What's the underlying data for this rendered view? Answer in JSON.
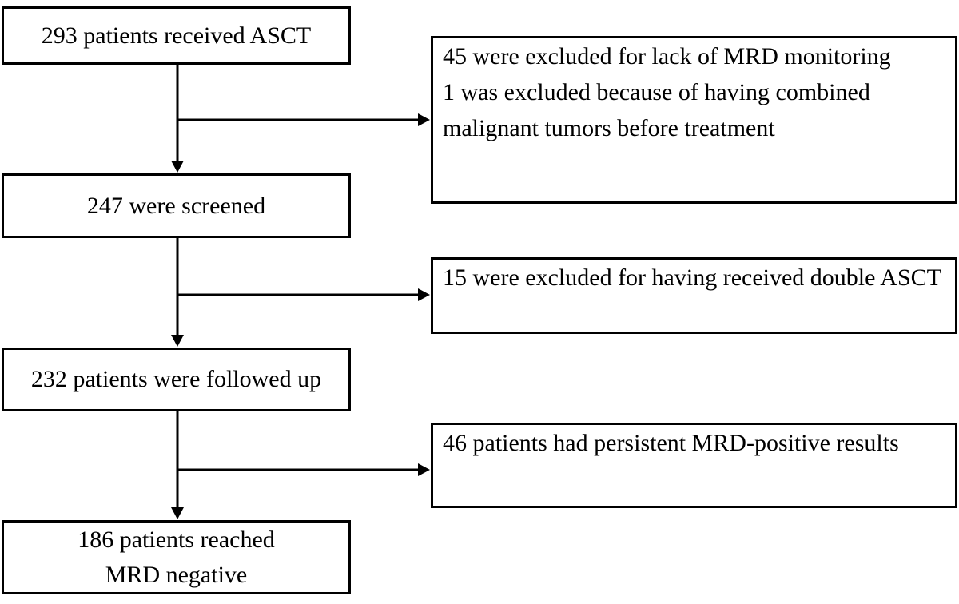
{
  "figure": {
    "type": "patient-flow-diagram",
    "background_color": "#ffffff",
    "line_color": "#000000",
    "nodes": {
      "received_asct": {
        "label": "293 patients received ASCT"
      },
      "screened": {
        "label": "247 were screened"
      },
      "followed_up": {
        "label": "232 patients were followed up"
      },
      "mrd_negative": {
        "line1": "186 patients reached",
        "line2": "MRD negative"
      },
      "excluded_after_asct": {
        "para1": "45 were excluded for lack of MRD monitoring",
        "para2": "1 was excluded because of having combined malignant tumors before treatment"
      },
      "excluded_double_asct": {
        "label": "15 were excluded for having received double ASCT"
      },
      "persistent_mrd_positive": {
        "label": "46 patients had persistent MRD-positive results"
      }
    }
  }
}
